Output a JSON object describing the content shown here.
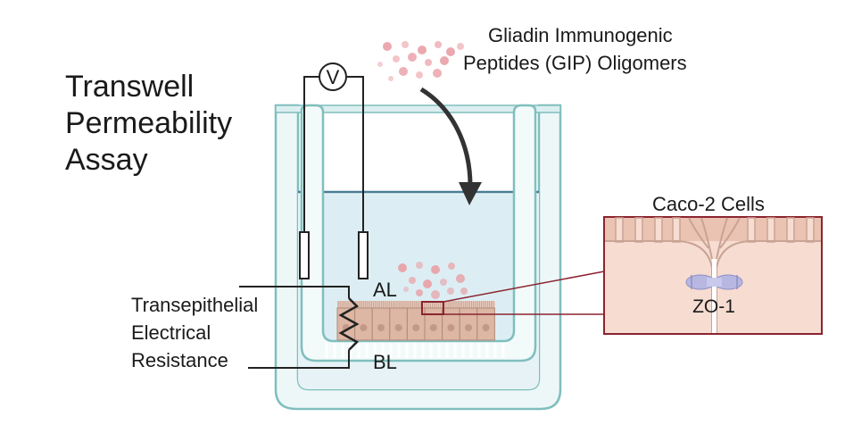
{
  "title_lines": [
    "Transwell",
    "Permeability",
    "Assay"
  ],
  "peptide_label_lines": [
    "Gliadin Immunogenic",
    "Peptides (GIP) Oligomers"
  ],
  "teer_label_lines": [
    "Transepithelial",
    "Electrical",
    "Resistance"
  ],
  "voltmeter_symbol": "V",
  "apical_label": "AL",
  "basolateral_label": "BL",
  "inset": {
    "title": "Caco-2 Cells",
    "protein_label": "ZO-1"
  },
  "colors": {
    "well_wall": "#7fbfbd",
    "well_fill": "#e6f2f6",
    "medium_line": "#4a7e96",
    "cells": "#ddb6a4",
    "nucleus": "#c49888",
    "peptide": "#e99ea5",
    "inset_frame": "#8b2430",
    "inset_fill": "#f6dcd1",
    "zo1": "#b7b7e2",
    "arrow": "#333333"
  }
}
